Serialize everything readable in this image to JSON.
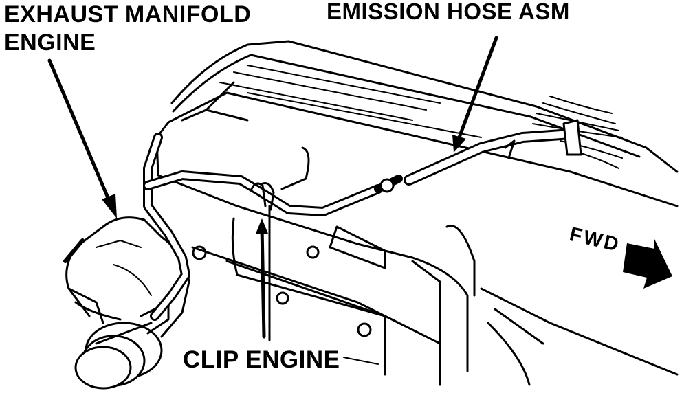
{
  "labels": {
    "exhaust_manifold": "EXHAUST MANIFOLD",
    "engine": "ENGINE",
    "emission_hose": "EMISSION HOSE ASM",
    "clip_engine": "CLIP ENGINE",
    "fwd": "FWD"
  },
  "colors": {
    "ink": "#000000",
    "paper": "#ffffff"
  }
}
